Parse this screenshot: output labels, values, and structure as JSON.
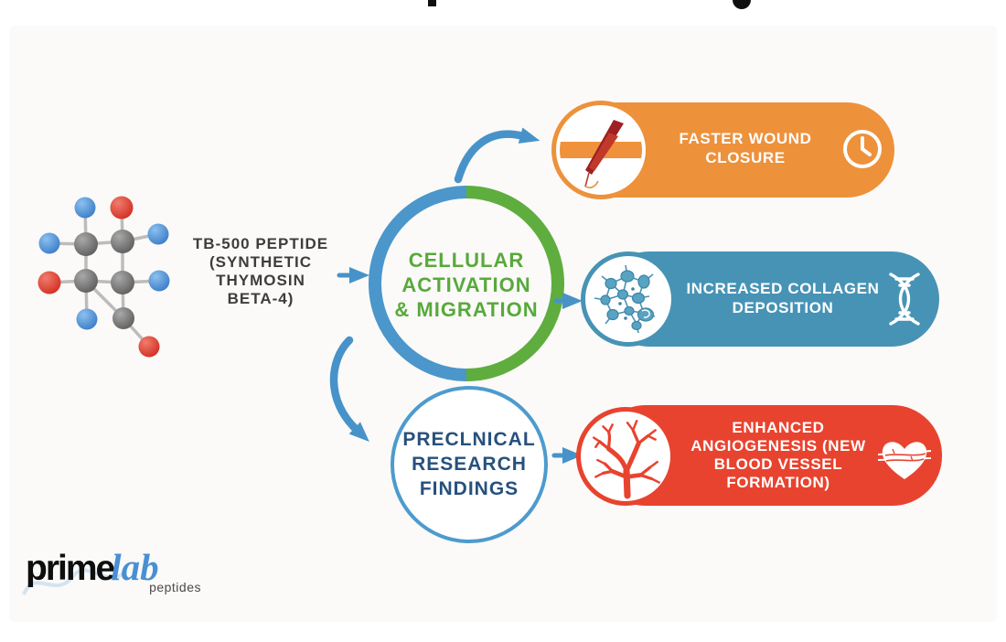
{
  "molecule_label": {
    "lines": [
      "TB-500 PEPTIDE",
      "(SYNTHETIC",
      "THYMOSIN",
      "BETA-4)"
    ]
  },
  "hub": {
    "lines": [
      "CELLULAR",
      "ACTIVATION",
      "& MIGRATION"
    ]
  },
  "research": {
    "lines": [
      "PRECLNICAL",
      "RESEARCH",
      "FINDINGS"
    ]
  },
  "outcomes": {
    "wound": {
      "lines": [
        "FASTER WOUND",
        "CLOSURE"
      ],
      "color": "#ee913b",
      "leading_icon": "wound-closure-icon",
      "trailing_icon": "clock-icon"
    },
    "collagen": {
      "lines": [
        "INCREASED COLLAGEN",
        "DEPOSITION"
      ],
      "color": "#4793b5",
      "leading_icon": "collagen-cells-icon",
      "trailing_icon": "dna-helix-icon"
    },
    "angiogenesis": {
      "lines": [
        "ENHANCED",
        "ANGIOGENESIS (NEW",
        "BLOOD VESSEL",
        "FORMATION)"
      ],
      "color": "#e8432f",
      "leading_icon": "blood-vessel-tree-icon",
      "trailing_icon": "heart-vessels-icon"
    }
  },
  "logo": {
    "prime": "prime",
    "lab": "lab",
    "tagline": "peptides"
  },
  "colors": {
    "arrow_blue": "#4793c9",
    "ring_blue": "#4b96cb",
    "ring_green": "#5fad3f",
    "hub_text_green": "#58a93c",
    "research_border_blue": "#4d9bce",
    "navy_text": "#27507d",
    "orange": "#ee913b",
    "teal_blue": "#4793b5",
    "red": "#e8432f",
    "molecule_gray": "#6e6e6e",
    "molecule_blue": "#4a8fd0",
    "molecule_red": "#d93227",
    "logo_blue": "#4a8fd4"
  }
}
